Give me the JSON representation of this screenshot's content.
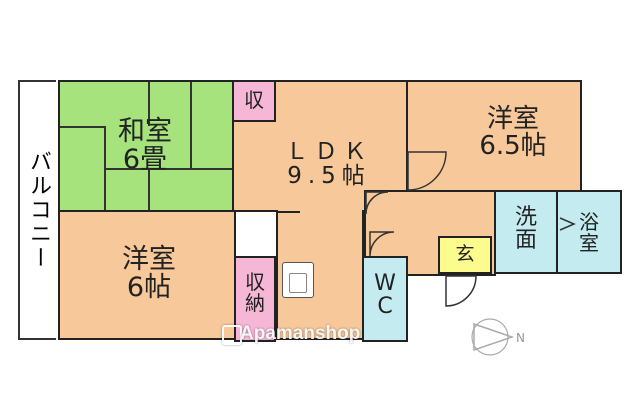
{
  "colors": {
    "wood": "#f6c89a",
    "tatami": "#a6e37d",
    "storage": "#f6b6d6",
    "wet": "#c4ecf0",
    "entrance": "#fbfb8e"
  },
  "rooms": {
    "balcony": "バルコニー",
    "washitsu": "和室\n6畳",
    "ldk": "ＬＤＫ\n9.5帖",
    "youshitsu_top": "洋室\n6.5帖",
    "youshitsu_bottom": "洋室\n6帖",
    "storage_top": "収",
    "storage_bottom": "収\n納",
    "wc": "W\nC",
    "washroom": "洗\n面",
    "bath": "浴\n室",
    "entrance": "玄"
  },
  "compass": {
    "label": "N",
    "icon": "compass-arrow-icon"
  },
  "watermark": "Apamanshop"
}
